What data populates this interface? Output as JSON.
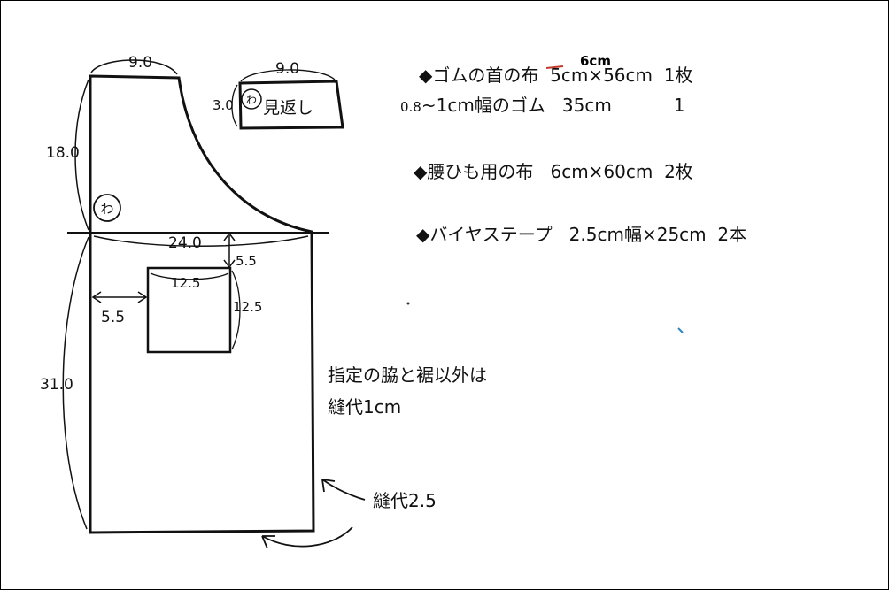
{
  "pattern": {
    "dims": {
      "top_width": "9.0",
      "upper_height": "18.0",
      "chest_width": "24.0",
      "lower_height": "31.0",
      "pocket_offset_top": "5.5",
      "pocket_width": "12.5",
      "pocket_height": "12.5",
      "pocket_offset_left": "5.5"
    },
    "fold_mark": "わ",
    "facing": {
      "width": "9.0",
      "height": "3.0",
      "fold_mark": "わ",
      "label": "見返し"
    }
  },
  "materials": {
    "neck": {
      "bullet": "◆",
      "label": "ゴムの首の布",
      "correction": "6cm",
      "struck_value": "5",
      "size_rest": "cm×56cm",
      "qty": "1枚"
    },
    "elastic": {
      "prefix": "0.8",
      "label": "~1cm幅のゴム",
      "size": "35cm",
      "qty": "1"
    },
    "waist": {
      "bullet": "◆",
      "label": "腰ひも用の布",
      "size": "6cm×60cm",
      "qty": "2枚"
    },
    "bias": {
      "bullet": "◆",
      "label": "バイヤステープ",
      "size": "2.5cm幅×25cm",
      "qty": "2本"
    }
  },
  "notes": {
    "line1": "指定の脇と裾以外は",
    "line2": "縫代1cm",
    "hem_allowance": "縫代2.5"
  }
}
